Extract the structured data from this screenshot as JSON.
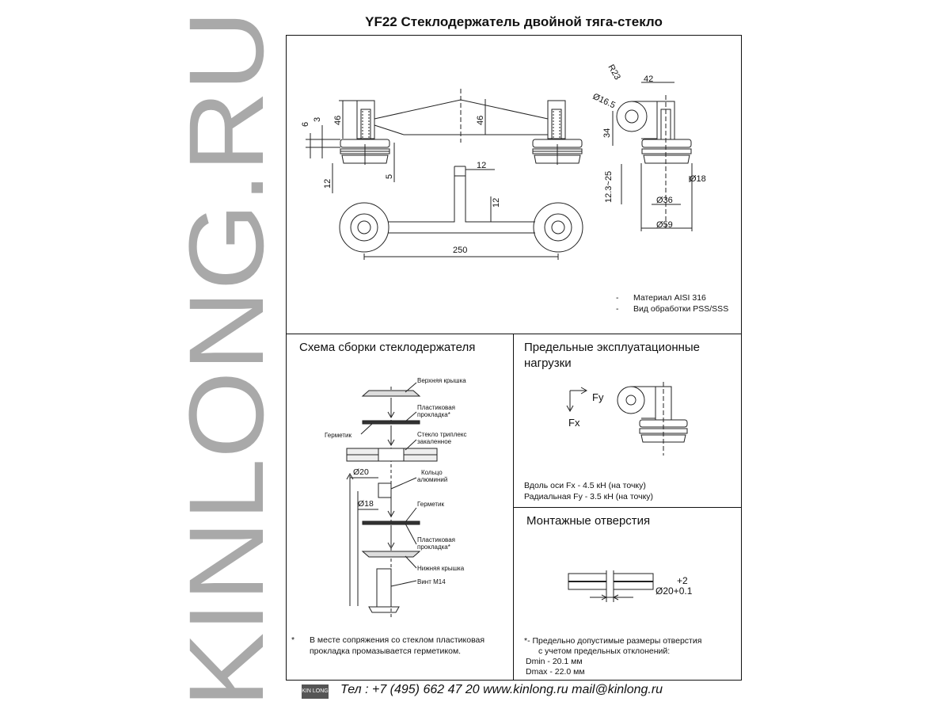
{
  "watermark": {
    "text": "KINLONG.RU"
  },
  "title": "YF22 Стеклодержатель двойной тяга-стекло",
  "drawing": {
    "dims": {
      "d6": "6",
      "d3": "3",
      "d46a": "46",
      "d46b": "46",
      "d12a": "12",
      "d5": "5",
      "d12b": "12",
      "d12c": "12",
      "d250": "250",
      "r23": "R23",
      "d42": "42",
      "d16_5": "Ø16.5",
      "d34": "34",
      "d12_3_25": "12.3~25",
      "d18": "Ø18",
      "d36": "Ø36",
      "d59": "Ø59"
    },
    "notes": [
      "Материал AISI 316",
      "Вид обработки PSS/SSS"
    ],
    "note_dash": "-"
  },
  "assembly": {
    "title": "Схема сборки стеклодержателя",
    "labels": {
      "top_cap": "Верхняя крышка",
      "plastic_gasket1_l1": "Пластиковая",
      "plastic_gasket1_l2": "прокладка*",
      "sealant1": "Герметик",
      "glass_l1": "Стекло триплекс",
      "glass_l2": "закаленное",
      "d20": "Ø20",
      "ring_l1": "Кольцо",
      "ring_l2": "алюминий",
      "d18": "Ø18",
      "sealant2": "Герметик",
      "plastic_gasket2_l1": "Пластиковая",
      "plastic_gasket2_l2": "прокладка*",
      "bottom_cap": "Нижняя крышка",
      "screw": "Винт М14"
    },
    "footnote_mark": "*",
    "footnote_l1": "В месте сопряжения со стеклом пластиковая",
    "footnote_l2": "прокладка  промазывается герметиком."
  },
  "loads": {
    "title_l1": "Предельные эксплуатационные",
    "title_l2": "нагрузки",
    "fy": "Fy",
    "fx": "Fx",
    "line1": "Вдоль оси Fx -  4.5 кН (на точку)",
    "line2": "Радиальная Fy -  3.5 кН (на точку)"
  },
  "holes": {
    "title": "Монтажные отверстия",
    "tol": "+2",
    "dia": "Ø20+0.1",
    "note_l1": "*- Предельно допустимые размеры отверстия",
    "note_l2": "с учетом предельных отклонений:",
    "dmin": "Dmin - 20.1 мм",
    "dmax": "Dmax - 22.0 мм"
  },
  "footer": {
    "logo": "KIN LONG",
    "contacts": "Тел : +7 (495) 662 47 20 www.kinlong.ru mail@kinlong.ru"
  }
}
